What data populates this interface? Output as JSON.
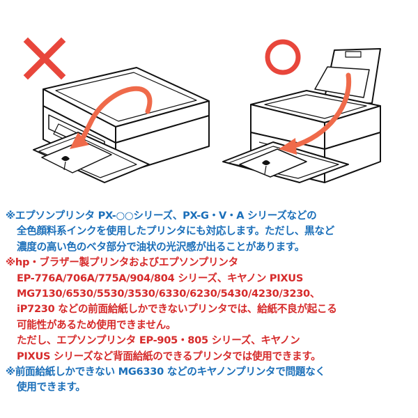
{
  "colors": {
    "mark_ng": "#e8463b",
    "mark_ok": "#e8463b",
    "arrow": "#ef6a4a",
    "note_blue": "#1b6fb9",
    "note_red": "#d62b2b"
  },
  "illustrations": {
    "ng_mark": "×",
    "ok_mark": "○",
    "ng_printer": "front-feed-printer-icon",
    "ok_printer": "rear-feed-printer-icon"
  },
  "notes": {
    "note1": [
      "※エプソンプリンタ PX-○○シリーズ、PX-G・V・A シリーズなどの",
      "全色顔料系インクを使用したプリンタにも対応します。ただし、黒など",
      "濃度の高い色のベタ部分で油状の光沢感が出ることがあります。"
    ],
    "note2": [
      "※hp・ブラザー製プリンタおよびエプソンプリンタ",
      "EP-776A/706A/775A/904/804 シリーズ、キヤノン PIXUS",
      "MG7130/6530/5530/3530/6330/6230/5430/4230/3230、",
      "iP7230 などの前面給紙しかできないプリンタでは、給紙不良が起こる",
      "可能性があるため使用できません。",
      "ただし、エプソンプリンタ EP-905・805 シリーズ、キヤノン",
      "PIXUS シリーズなど背面給紙のできるプリンタでは使用できます。"
    ],
    "note3": [
      "※前面給紙しかできない MG6330 などのキヤノンプリンタで問題なく",
      "使用できます。"
    ]
  }
}
